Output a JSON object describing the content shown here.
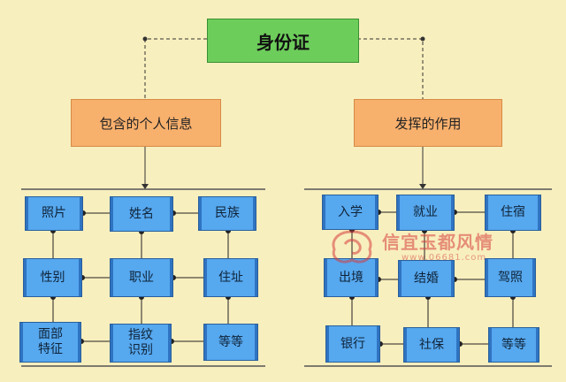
{
  "root": {
    "label": "身份证"
  },
  "categories": {
    "left": {
      "label": "包含的个人信息"
    },
    "right": {
      "label": "发挥的作用"
    }
  },
  "personal_info": {
    "photo": "照片",
    "name": "姓名",
    "ethnicity": "民族",
    "gender": "性别",
    "occupation": "职业",
    "address": "住址",
    "facial_features": "面部\n特征",
    "fingerprint": "指纹\n识别",
    "etc": "等等"
  },
  "uses": {
    "school": "入学",
    "employment": "就业",
    "lodging": "住宿",
    "exit": "出境",
    "marriage": "结婚",
    "driving_license": "驾照",
    "bank": "银行",
    "social_security": "社保",
    "etc": "等等"
  },
  "watermark": {
    "text": "信宜玉都风情",
    "url": "www.06681.com"
  },
  "colors": {
    "root_fill": "#6dcd5b",
    "category_fill": "#f8b06d",
    "node_fill": "#56a8ef",
    "background": "#f8efbe",
    "watermark": "#d63c3c"
  }
}
